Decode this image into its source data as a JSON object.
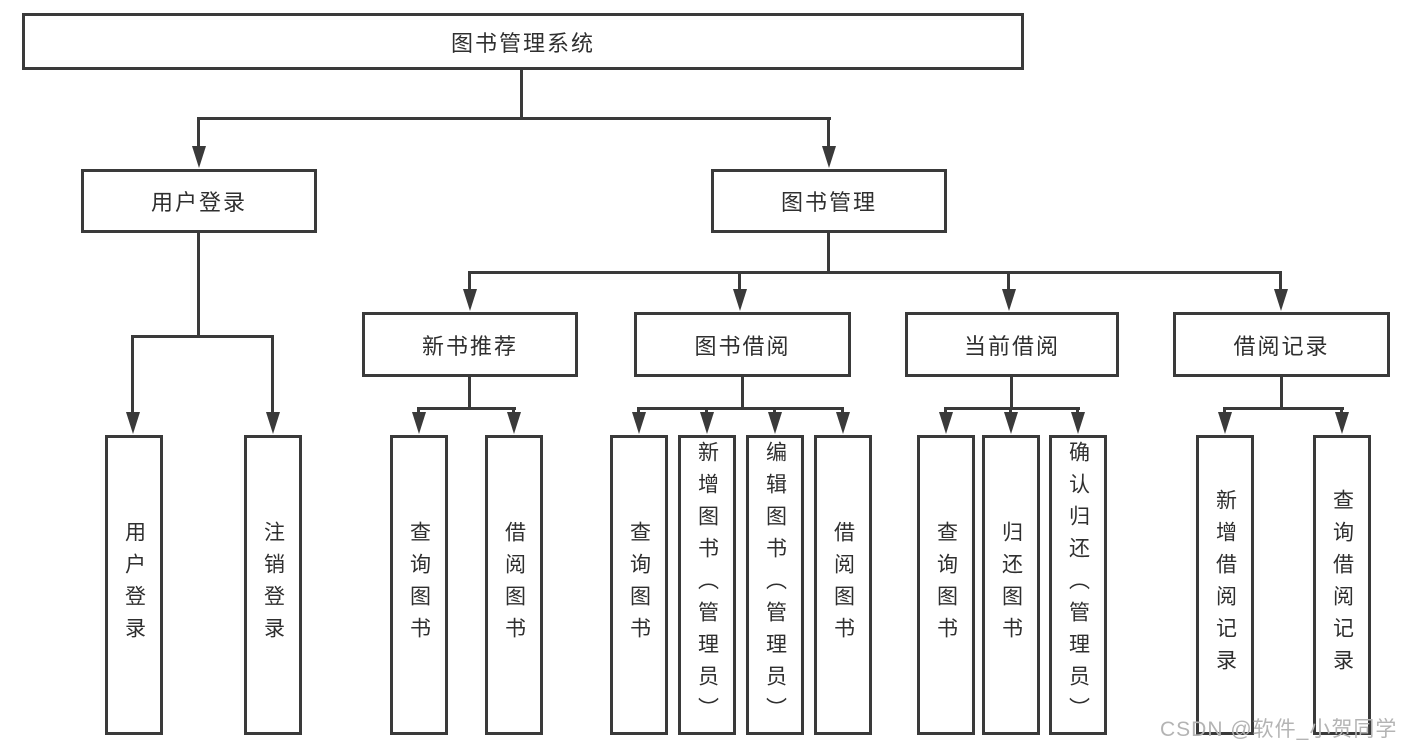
{
  "diagram": {
    "root": {
      "label": "图书管理系统",
      "children": [
        {
          "label": "用户登录",
          "children": [
            {
              "label": "用户登录"
            },
            {
              "label": "注销登录"
            }
          ]
        },
        {
          "label": "图书管理",
          "children": [
            {
              "label": "新书推荐",
              "children": [
                {
                  "label": "查询图书"
                },
                {
                  "label": "借阅图书"
                }
              ]
            },
            {
              "label": "图书借阅",
              "children": [
                {
                  "label": "查询图书"
                },
                {
                  "label": "新增图书（管理员）"
                },
                {
                  "label": "编辑图书（管理员）"
                },
                {
                  "label": "借阅图书"
                }
              ]
            },
            {
              "label": "当前借阅",
              "children": [
                {
                  "label": "查询图书"
                },
                {
                  "label": "归还图书"
                },
                {
                  "label": "确认归还（管理员）"
                }
              ]
            },
            {
              "label": "借阅记录",
              "children": [
                {
                  "label": "新增借阅记录"
                },
                {
                  "label": "查询借阅记录"
                }
              ]
            }
          ]
        }
      ]
    }
  },
  "watermark": {
    "text": "CSDN @软件_小贺同学"
  },
  "colors": {
    "line": "#3a3a3a",
    "text": "#2f2f2f",
    "watermark": "#b4b4b4",
    "bg": "#ffffff"
  }
}
